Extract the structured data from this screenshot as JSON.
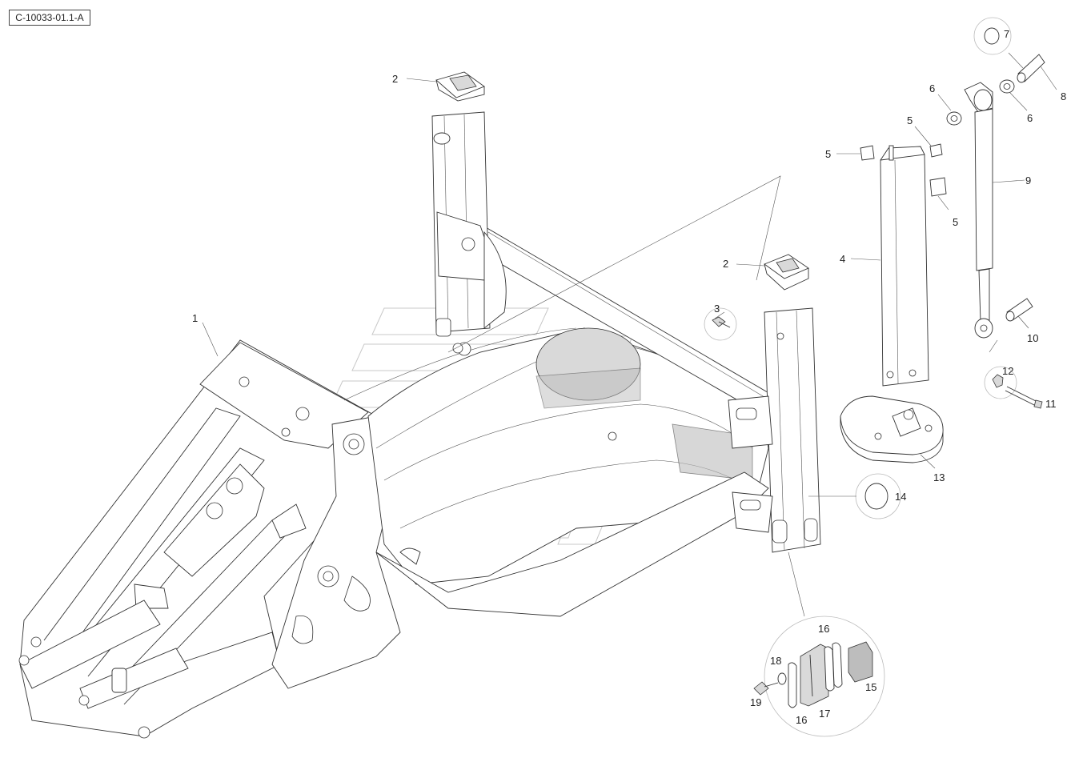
{
  "drawing": {
    "reference_code": "C-10033-01.1-A"
  },
  "callouts": [
    {
      "id": "c1",
      "label": "1"
    },
    {
      "id": "c2a",
      "label": "2"
    },
    {
      "id": "c2b",
      "label": "2"
    },
    {
      "id": "c3",
      "label": "3"
    },
    {
      "id": "c4",
      "label": "4"
    },
    {
      "id": "c5a",
      "label": "5"
    },
    {
      "id": "c5b",
      "label": "5"
    },
    {
      "id": "c5c",
      "label": "5"
    },
    {
      "id": "c6a",
      "label": "6"
    },
    {
      "id": "c6b",
      "label": "6"
    },
    {
      "id": "c7",
      "label": "7"
    },
    {
      "id": "c8",
      "label": "8"
    },
    {
      "id": "c9",
      "label": "9"
    },
    {
      "id": "c10",
      "label": "10"
    },
    {
      "id": "c11",
      "label": "11"
    },
    {
      "id": "c12",
      "label": "12"
    },
    {
      "id": "c13",
      "label": "13"
    },
    {
      "id": "c14",
      "label": "14"
    },
    {
      "id": "c15",
      "label": "15"
    },
    {
      "id": "c16a",
      "label": "16"
    },
    {
      "id": "c16b",
      "label": "16"
    },
    {
      "id": "c17",
      "label": "17"
    },
    {
      "id": "c18",
      "label": "18"
    },
    {
      "id": "c19",
      "label": "19"
    }
  ],
  "colors": {
    "line": "#333333",
    "watermark": "#c8c8c8",
    "shade": "#d9d9d9"
  }
}
